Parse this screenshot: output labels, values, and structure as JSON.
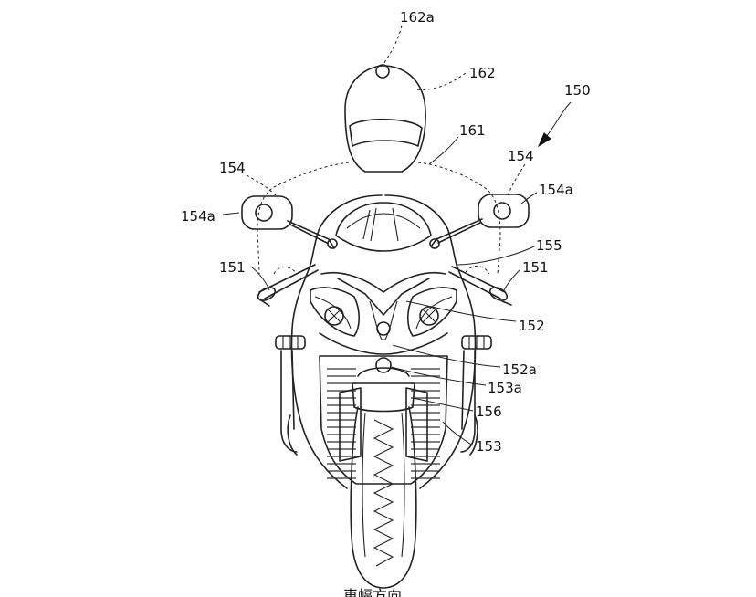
{
  "labels": {
    "l162a": "162a",
    "l162": "162",
    "l150": "150",
    "l161": "161",
    "l154_left": "154",
    "l154_right": "154",
    "l154a_left": "154a",
    "l154a_right": "154a",
    "l155": "155",
    "l151_left": "151",
    "l151_right": "151",
    "l152": "152",
    "l152a": "152a",
    "l153a": "153a",
    "l156": "156",
    "l153": "153"
  },
  "caption": "車幅方向"
}
